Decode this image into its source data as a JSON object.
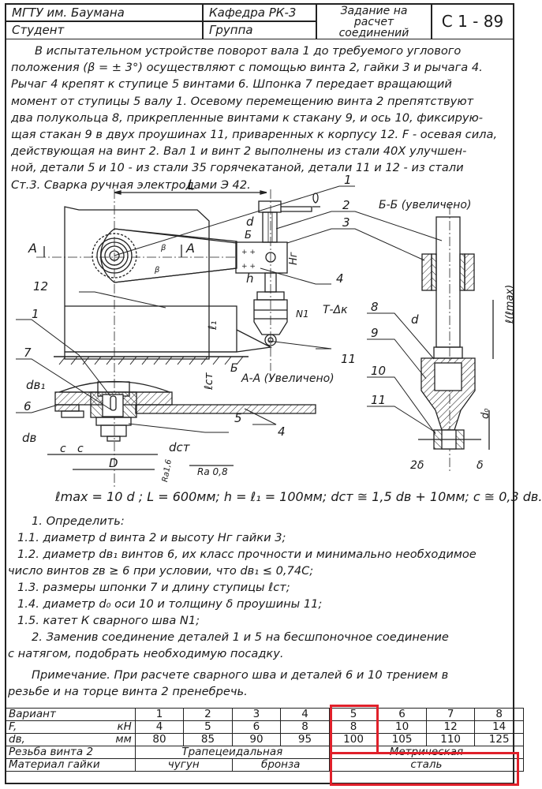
{
  "header": {
    "university": "МГТУ им. Баумана",
    "department": "Кафедра РК-3",
    "task_title": [
      "Задание на",
      "расчет",
      "соединений"
    ],
    "sheet_code": "С 1 - 89",
    "student_label": "Студент",
    "group_label": "Группа"
  },
  "description": [
    "В испытательном устройстве поворот вала 1 до требуемого углового",
    "положения (β = ± 3°) осуществляют с помощью винта 2, гайки 3 и рычага 4.",
    "Рычаг 4 крепят к ступице 5 винтами 6. Шпонка 7 передает вращающий",
    "момент от ступицы 5 валу 1. Осевому перемещению винта 2 препятствуют",
    "два полукольца 8, прикрепленные винтами к стакану 9, и ось 10, фиксирую-",
    "щая стакан 9 в двух проушинах 11, приваренных к корпусу 12. F - осевая сила,",
    "действующая на винт 2. Вал 1 и винт 2 выполнены из стали 40Х улучшен-",
    "ной, детали 5 и 10 - из стали 35 горячекатаной, детали 11 и 12 - из стали",
    "Ст.3. Сварка ручная электродами Э 42."
  ],
  "drawing": {
    "labels": {
      "L": "L",
      "A_left": "A",
      "A_right": "A",
      "beta1": "β",
      "beta2": "β",
      "d": "d",
      "B": "Б",
      "Hr": "Hг",
      "h": "h",
      "l1": "ℓ₁",
      "N1": "N1",
      "weld": "Т-Δк",
      "section_AA": "А-А (Увеличено)",
      "section_BB": "Б-Б (увеличено)",
      "B_bottom": "Б",
      "lcm": "ℓст",
      "dv1": "dв₁",
      "dv": "dв",
      "c1": "c",
      "c2": "c",
      "D": "D",
      "dcm": "dст",
      "ra16": "Ra1,6",
      "ra08": "Ra 0,8",
      "d_right": "d",
      "lmax": "ℓ(ℓmax)",
      "d0": "d₀",
      "two_delta": "2δ",
      "delta": "δ"
    },
    "callouts": [
      "1",
      "2",
      "3",
      "4",
      "5",
      "6",
      "7",
      "8",
      "9",
      "10",
      "11",
      "11",
      "12",
      "1",
      "4"
    ]
  },
  "formula": "ℓmax = 10 d ;  L = 600мм;  h = ℓ₁ = 100мм;  dст ≅ 1,5 dв + 10мм;  c ≅ 0,3 dв.",
  "tasks": [
    "1. Определить:",
    "1.1. диаметр d винта 2 и высоту Hг гайки 3;",
    "1.2. диаметр dв₁ винтов 6, их класс прочности и минимально необходимое",
    "число винтов zв ≥ 6 при условии, что dв₁ ≤ 0,74С;",
    "1.3. размеры шпонки 7 и длину ступицы ℓст;",
    "1.4. диаметр d₀ оси 10 и толщину δ проушины 11;",
    "1.5. катет К сварного шва N1;",
    "2. Заменив соединение деталей 1 и 5 на бесшпоночное соединение",
    "с натягом, подобрать необходимую посадку."
  ],
  "note": [
    "Примечание. При расчете сварного шва и деталей 6 и 10 трением в",
    "резьбе и на торце винта 2 пренебречь."
  ],
  "variants_table": {
    "row_variant": {
      "label": "Вариант",
      "unit": "",
      "values": [
        "1",
        "2",
        "3",
        "4",
        "5",
        "6",
        "7",
        "8"
      ]
    },
    "row_force": {
      "label": "F,",
      "unit": "кН",
      "values": [
        "4",
        "5",
        "6",
        "8",
        "8",
        "10",
        "12",
        "14"
      ]
    },
    "row_dv": {
      "label": "dв,",
      "unit": "мм",
      "values": [
        "80",
        "85",
        "90",
        "95",
        "100",
        "105",
        "110",
        "125"
      ]
    },
    "row_thread": {
      "label": "Резьба винта 2",
      "groups": [
        "Трапецеидальная",
        "Метрическая"
      ]
    },
    "row_material": {
      "label": "Материал гайки",
      "groups": [
        "чугун",
        "бронза",
        "сталь"
      ]
    },
    "highlighted_variant": "5",
    "highlight_color": "#e0202a"
  }
}
